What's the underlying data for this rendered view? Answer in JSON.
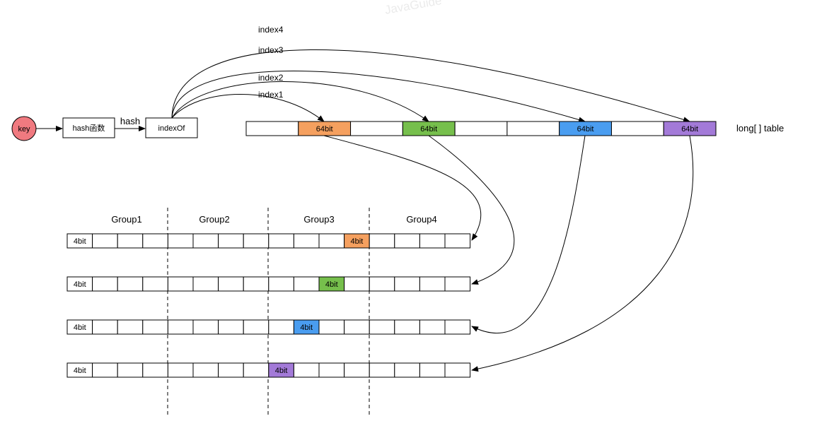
{
  "watermark": "JavaGuide",
  "flow": {
    "key_label": "key",
    "hash_fn_label": "hash函数",
    "hash_edge_label": "hash",
    "index_of_label": "indexOf"
  },
  "table": {
    "label": "long[ ] table",
    "cell_label": "64bit",
    "cell_count": 9,
    "highlighted": [
      {
        "index": 1,
        "color": "#f5a05f",
        "name": "orange"
      },
      {
        "index": 3,
        "color": "#76bf4c",
        "name": "green"
      },
      {
        "index": 6,
        "color": "#4a9df0",
        "name": "blue"
      },
      {
        "index": 8,
        "color": "#a37ad8",
        "name": "purple"
      }
    ]
  },
  "index_labels": [
    "index1",
    "index2",
    "index3",
    "index4"
  ],
  "groups": [
    "Group1",
    "Group2",
    "Group3",
    "Group4"
  ],
  "rows": {
    "first_cell_label": "4bit",
    "cell_label": "4bit",
    "cells_per_row": 16,
    "highlighted": [
      {
        "row": 1,
        "cell": 11,
        "color": "#f5a05f",
        "name": "orange"
      },
      {
        "row": 2,
        "cell": 10,
        "color": "#76bf4c",
        "name": "green"
      },
      {
        "row": 3,
        "cell": 9,
        "color": "#4a9df0",
        "name": "blue"
      },
      {
        "row": 4,
        "cell": 8,
        "color": "#a37ad8",
        "name": "purple"
      }
    ]
  }
}
